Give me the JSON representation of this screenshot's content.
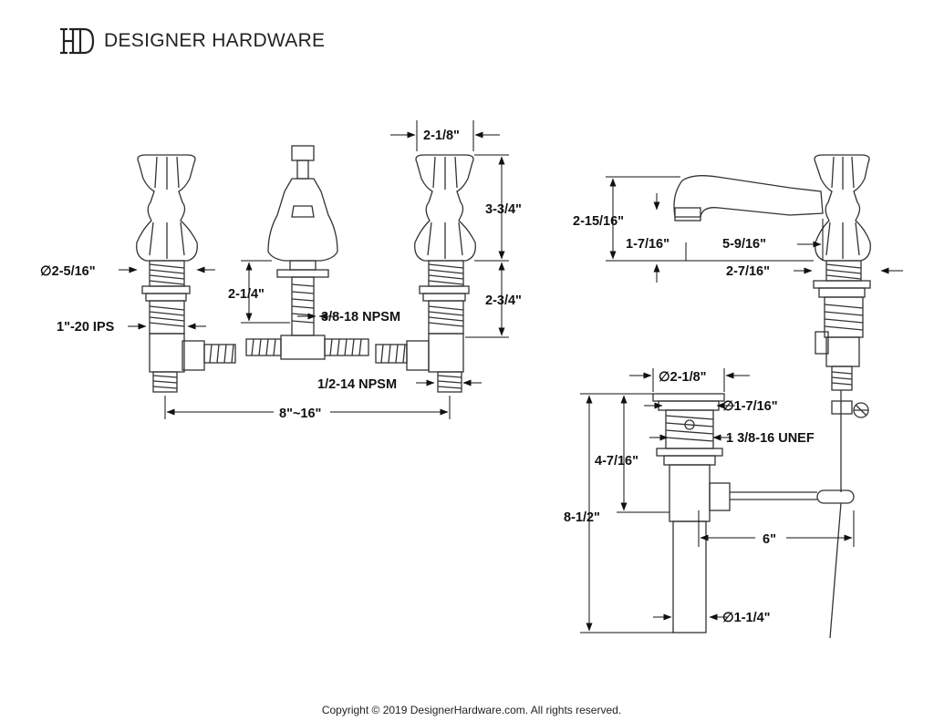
{
  "brand": {
    "name": "DESIGNER HARDWARE",
    "logo_icon": "dh-monogram-icon"
  },
  "dimensions": {
    "handle_diameter": "∅2-5/16\"",
    "supply_thread": "1\"-20 IPS",
    "spout_riser_height": "2-1/4\"",
    "spout_thread": "3/8-18 NPSM",
    "handle_top_width": "2-1/8\"",
    "handle_height": "3-3/4\"",
    "shank_length": "2-3/4\"",
    "outlet_thread": "1/2-14 NPSM",
    "spread": "8\"~16\"",
    "spout_height": "2-15/16\"",
    "spout_base_offset": "1-7/16\"",
    "spout_reach": "5-9/16\"",
    "shank_diameter": "2-7/16\"",
    "drain_flange_diameter": "∅2-1/8\"",
    "drain_body_diameter": "∅1-7/16\"",
    "drain_thread": "1 3/8-16 UNEF",
    "drain_upper_height": "4-7/16\"",
    "drain_total_height": "8-1/2\"",
    "lift_rod_length": "6\"",
    "tailpiece_diameter": "∅1-1/4\""
  },
  "footer": {
    "copyright": "Copyright © 2019 DesignerHardware.com. All rights reserved."
  }
}
